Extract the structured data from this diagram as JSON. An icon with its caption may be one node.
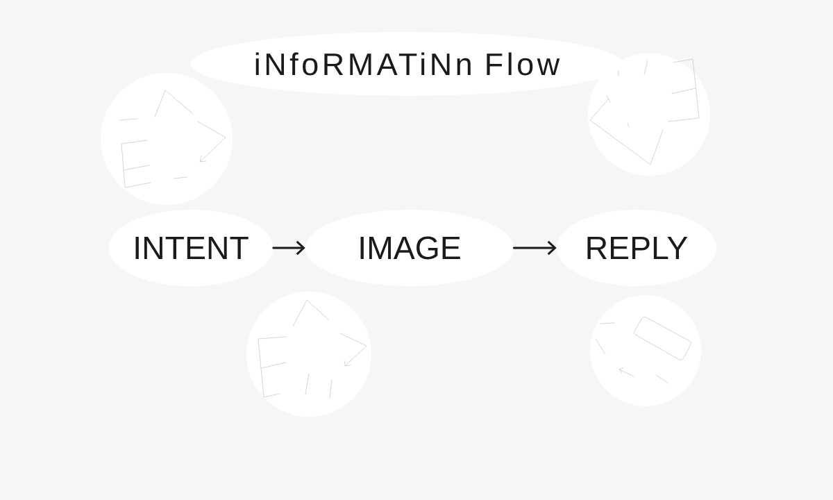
{
  "diagram": {
    "title": "iNfoRMATiNn Flow",
    "nodes": [
      {
        "text": [
          "INTENT"
        ]
      },
      {
        "text": [
          "IMAGE"
        ]
      },
      {
        "text": [
          "REPLY"
        ]
      }
    ],
    "edges": [
      {
        "from": 0,
        "to": 1,
        "arrow": "to"
      },
      {
        "from": 1,
        "to": 2,
        "arrow": "to"
      }
    ]
  }
}
